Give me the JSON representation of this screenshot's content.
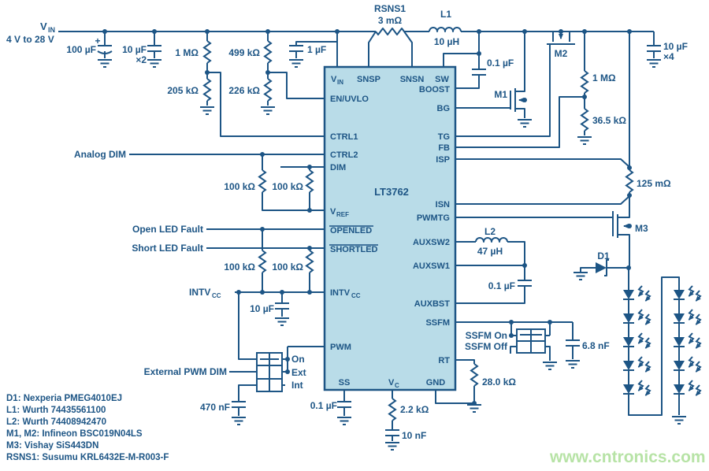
{
  "colors": {
    "wire": "#1d5585",
    "ic_fill": "#b9dce8",
    "watermark": "#b7e3a6",
    "background": "#ffffff"
  },
  "watermark": "www.cntronics.com",
  "supply": {
    "name_base": "V",
    "name_sub": "IN",
    "range": "4 V to 28 V"
  },
  "ic": {
    "part": "LT3762",
    "pins": {
      "vin_base": "V",
      "vin_sub": "IN",
      "snsp": "SNSP",
      "snsn": "SNSN",
      "sw": "SW",
      "en_uvlo": "EN/UVLO",
      "ctrl1": "CTRL1",
      "ctrl2": "CTRL2",
      "dim": "DIM",
      "vref_base": "V",
      "vref_sub": "REF",
      "openled": "OPENLED",
      "shortled": "SHORTLED",
      "intvcc_base": "INTV",
      "intvcc_sub": "CC",
      "pwm": "PWM",
      "ss": "SS",
      "vc_base": "V",
      "vc_sub": "C",
      "gnd": "GND",
      "boost": "BOOST",
      "bg": "BG",
      "tg": "TG",
      "fb": "FB",
      "isp": "ISP",
      "isn": "ISN",
      "pwmtg": "PWMTG",
      "auxsw2": "AUXSW2",
      "auxsw1": "AUXSW1",
      "auxbst": "AUXBST",
      "ssfm": "SSFM",
      "rt": "RT"
    }
  },
  "components": {
    "c_in_bulk": "100 µF",
    "c_in_bulk_plus": "+",
    "c_in_cer": "10 µF",
    "c_in_cer_qty": "×2",
    "r_in_top": "1 MΩ",
    "r_in_bot": "205 kΩ",
    "r_uvlo_top": "499 kΩ",
    "r_uvlo_bot": "226 kΩ",
    "c_vin": "1 µF",
    "rsns1_name": "RSNS1",
    "rsns1_value": "3 mΩ",
    "l1_name": "L1",
    "l1_value": "10 µH",
    "c_boost": "0.1 µF",
    "m1": "M1",
    "m2": "M2",
    "r_fb_top": "1 MΩ",
    "r_fb_bot": "36.5 kΩ",
    "c_out": "10 µF",
    "c_out_qty": "×4",
    "r_sense_led": "125 mΩ",
    "m3": "M3",
    "d1": "D1",
    "l2_name": "L2",
    "l2_value": "47 µH",
    "c_auxbst": "0.1 µF",
    "c_ssfm": "6.8 nF",
    "r_rt": "28.0 kΩ",
    "r_ctrl1": "100 kΩ",
    "r_ctrl2": "100 kΩ",
    "r_fault1": "100 kΩ",
    "r_fault2": "100 kΩ",
    "c_intvcc": "10 µF",
    "c_pwm": "470 nF",
    "c_ss": "0.1 µF",
    "r_vc": "2.2 kΩ",
    "c_vc": "10 nF"
  },
  "signals": {
    "analog_dim": "Analog DIM",
    "open_led_fault": "Open LED Fault",
    "short_led_fault": "Short LED Fault",
    "intvcc_base": "INTV",
    "intvcc_sub": "CC",
    "external_pwm_dim": "External PWM DIM"
  },
  "pwm_select": {
    "on": "On",
    "ext": "Ext",
    "int": "Int"
  },
  "ssfm_select": {
    "on": "SSFM On",
    "off": "SSFM Off"
  },
  "notes": {
    "d1": "D1: Nexperia PMEG4010EJ",
    "l1": "L1: Wurth 74435561100",
    "l2": "L2: Wurth 74408942470",
    "m12": "M1, M2: Infineon BSC019N04LS",
    "m3": "M3: Vishay SiS443DN",
    "rsns1": "RSNS1: Susumu KRL6432E-M-R003-F"
  }
}
